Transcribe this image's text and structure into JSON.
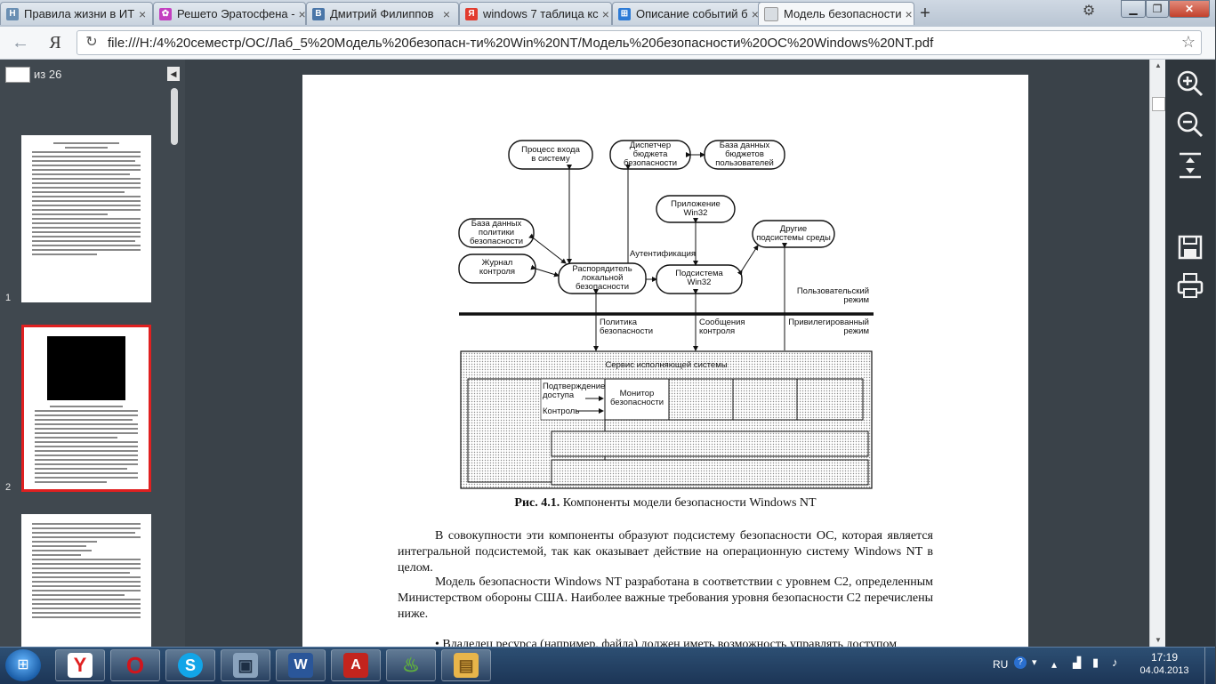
{
  "browser": {
    "tabs": [
      {
        "label": "Правила жизни в ИТ",
        "icon": "habr-icon",
        "color": "#6a8fb3",
        "glyph": "H"
      },
      {
        "label": "Решето Эратосфена -",
        "icon": "colorful-icon",
        "color": "#c33fc0",
        "glyph": "✿"
      },
      {
        "label": "Дмитрий Филиппов",
        "icon": "vk-icon",
        "color": "#4a76a8",
        "glyph": "B"
      },
      {
        "label": "windows 7 таблица кс",
        "icon": "yandex-icon",
        "color": "#e23b2e",
        "glyph": "Я"
      },
      {
        "label": "Описание событий б",
        "icon": "windows-icon",
        "color": "#2d7bd6",
        "glyph": "⊞"
      },
      {
        "label": "Модель безопасности",
        "icon": "pdf-icon",
        "color": "#d8dde2",
        "glyph": ""
      }
    ],
    "new_tab": "+",
    "url": "file:///H:/4%20семестр/ОС/Лаб_5%20Модель%20безопасн-ти%20Win%20NT/Модель%20безопасности%20ОС%20Windows%20NT.pdf",
    "logo_letter": "Я"
  },
  "viewer": {
    "page_of": "из 26",
    "thumbnails": [
      {
        "number": "1"
      },
      {
        "number": "2"
      }
    ],
    "selected_color": "#e02020"
  },
  "figure": {
    "nodes": {
      "logon": "Процесс входа\nв систему",
      "audit_mgr": "Диспетчер\nбюджета\nбезопасности",
      "accounts_db": "База данных\nбюджетов\nпользователей",
      "win32_app": "Приложение\nWin32",
      "policy_db": "База данных\nполитики\nбезопасности",
      "other_env": "Другие\nподсистемы среды",
      "audit_log": "Журнал\nконтроля",
      "lsa": "Распорядитель\nлокальной\nбезопасности",
      "win32_sub": "Подсистема\nWin32",
      "executive": "Сервис исполняющей системы",
      "monitor": "Монитор\nбезопасности"
    },
    "labels": {
      "auth": "Аутентификация",
      "user_mode": "Пользовательский\nрежим",
      "priv_mode": "Привилегированный\nрежим",
      "policy": "Политика\nбезопасности",
      "messages": "Сообщения\nконтроля",
      "access_check": "Подтверждение\nдоступа",
      "control": "Контроль"
    }
  },
  "caption": {
    "prefix": "Рис. 4.1.",
    "text": " Компоненты модели безопасности Windows NT"
  },
  "paragraphs": [
    "В совокупности эти компоненты образуют подсистему безопасности ОС, которая является интегральной подсистемой, так как оказывает действие на операционную систему Windows NT в целом.",
    "Модель безопасности Windows NT разработана в соответствии с уровнем С2, определенным Министерством обороны США. Наиболее важные требования уровня безопасности С2 перечислены ниже.",
    "• Владелец ресурса (например, файла) должен иметь возможность управлять доступом"
  ],
  "taskbar": {
    "apps": [
      {
        "name": "yandex-browser",
        "glyph": "Y",
        "color": "#e02020"
      },
      {
        "name": "opera",
        "glyph": "O",
        "color": "#d0161d"
      },
      {
        "name": "skype",
        "glyph": "S",
        "color": "#12a5e8"
      },
      {
        "name": "computer",
        "glyph": "▣",
        "color": "#8aa3bd"
      },
      {
        "name": "word",
        "glyph": "W",
        "color": "#2a5699"
      },
      {
        "name": "pdf-reader",
        "glyph": "A",
        "color": "#c3241d"
      },
      {
        "name": "app-green",
        "glyph": "♨",
        "color": "#5fae3e"
      },
      {
        "name": "explorer",
        "glyph": "▤",
        "color": "#e8b54a"
      }
    ],
    "lang": "RU",
    "time": "17:19",
    "date": "04.04.2013"
  }
}
